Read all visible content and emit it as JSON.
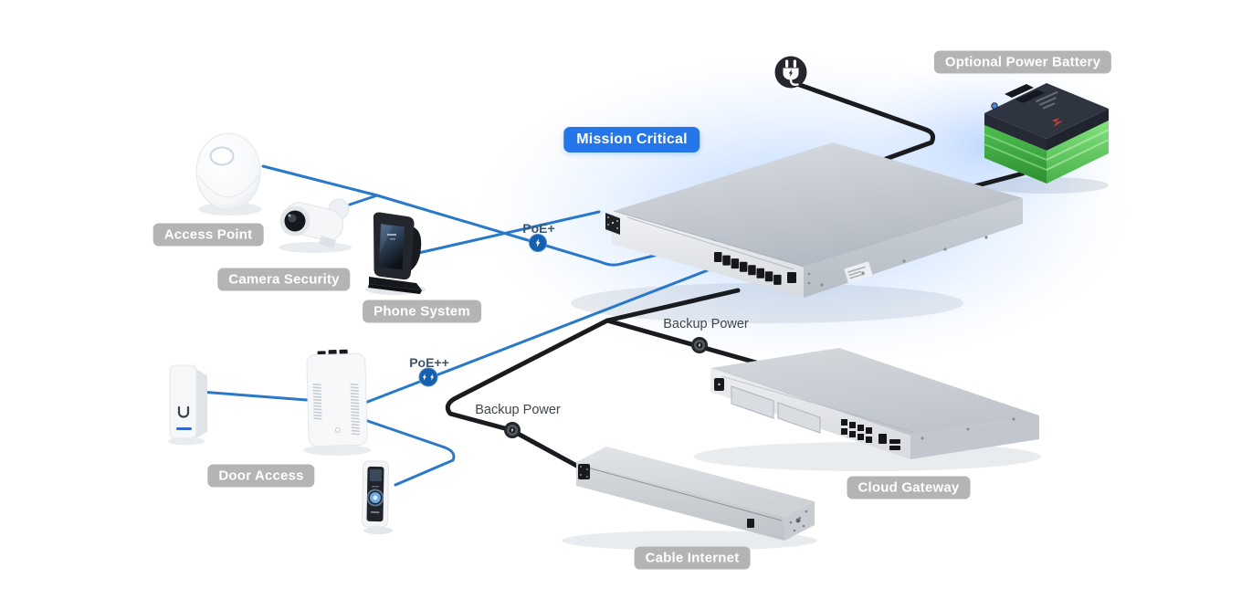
{
  "page": {
    "description": "Mission critical network topology diagram with PoE devices, backup power and optional battery"
  },
  "badges": {
    "mission_critical": "Mission Critical",
    "optional_power_battery": "Optional Power Battery",
    "access_point": "Access Point",
    "camera_security": "Camera Security",
    "phone_system": "Phone System",
    "door_access": "Door Access",
    "cloud_gateway": "Cloud Gateway",
    "cable_internet": "Cable Internet"
  },
  "connection_labels": {
    "poe_plus": "PoE+",
    "poe_plus_plus": "PoE++",
    "backup_power_upper": "Backup Power",
    "backup_power_lower": "Backup Power"
  },
  "icons": {
    "power_plug": "power-plug-icon",
    "poe_marker": "lightning-bolt-icon",
    "poe_plus_plus_marker": "double-lightning-bolt-icon",
    "backup_connector": "power-connector-icon"
  },
  "colors": {
    "link_blue": "#2a79c9",
    "cable_black": "#191b1f",
    "badge_gray": "#b4b4b4",
    "badge_text": "#ffffff",
    "highlight_blue": "#2576e9",
    "glow_blue": "#9dc3ff",
    "battery_green": "#55c355",
    "poe_label_text": "#3a566f",
    "backup_label_text": "#3f464c"
  }
}
